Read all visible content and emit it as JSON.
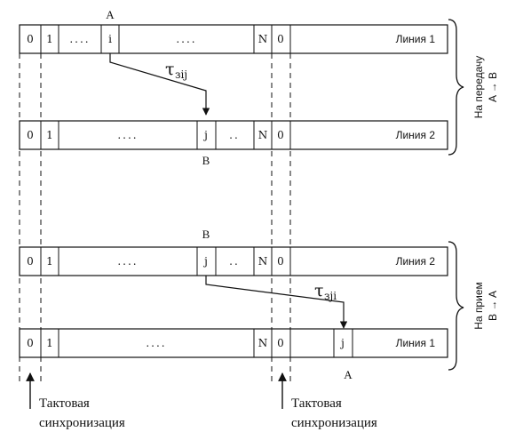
{
  "colors": {
    "ink": "#111111",
    "background": "#ffffff"
  },
  "cells": {
    "zero": "0",
    "one": "1",
    "dots": "....",
    "dots_wide": "....",
    "dots_short": "..",
    "i": "i",
    "j": "j",
    "n": "N"
  },
  "lines": {
    "line1": "Линия 1",
    "line2": "Линия 2"
  },
  "nodes": {
    "a": "A",
    "b": "B"
  },
  "delays": {
    "symbol": "τ",
    "forward_sub": "зij",
    "reverse_sub": "зji"
  },
  "side_labels": {
    "transmit_line1": "На передачу",
    "transmit_line2": "A → B",
    "receive_line1": "На прием",
    "receive_line2": "B → A"
  },
  "caption": {
    "line1": "Тактовая",
    "line2": "синхронизация"
  }
}
